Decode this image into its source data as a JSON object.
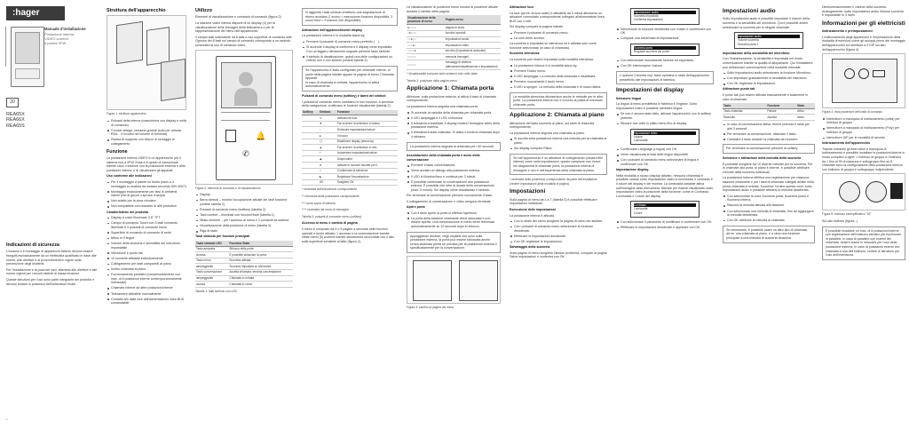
{
  "cover": {
    "logo": ":hager",
    "manual_title": "Manuale d'installazione",
    "manual_sub1": "Postazione interna",
    "manual_sub2": "VIDEO comfort",
    "manual_sub3": "a parete 2FW",
    "page_num": "20",
    "models": [
      "REA65X",
      "REA66X",
      "REA65S"
    ],
    "safety_heading": "Indicazioni di sicurezza",
    "safety_p1": "L'incasso e il montaggio di apparecchi elettrici devono essere eseguiti esclusivamente da un elettricista qualificato in base alle norme, alle direttive e ai provvedimenti in vigore sulla prevenzione degli incidenti.",
    "safety_p2": "Per l'installazione e la posa dei cavi, attenersi alle direttive e alle norme vigenti per i circuiti elettrici di bassa tensione.",
    "safety_p3": "Queste istruzioni per l'uso sono parte integrante del prodotto e devono restare in possesso dell'utilizzatore finale."
  },
  "col2": {
    "heading": "Struttura dell'apparecchio",
    "fig1_caption": "Figura 1: struttura apparecchio",
    "items": [
      "Pulsanti della interna (mascherina con display e unità di comando)",
      "Cornice design, versione grande (solo per articolo REA... è incluso nel volume di fornitura)",
      "Piastra di supporto con blocco di serraggio di collegamento"
    ],
    "func_heading": "Funzione",
    "func_p1": "La postazione interna VIDEO è un apparecchio per il sistema bus a 2FW. Essa è in grado di comunicare tramite cavo o insieme con la postazione esterna e altre postazioni interne, e di visualizzare gli apparati.",
    "use_heading": "Uso conforme alle indicazioni",
    "use_items": [
      "Per il montaggio a parete su fondo piano a 4 montaggio su scatola da incasso secondo DIN 49073",
      "Montaggio esclusivamente per fissi in ambienti interni privi di gocce o spruzzi d'acqua",
      "Non adatto per la cima circolare",
      "Non compatibile con obsoleto di altri produttori"
    ],
    "char_heading": "Caratteristiche del prodotto",
    "char_items": [
      "Display a colori Illuminato 3.5\" TFT",
      "Campo di comando Touch con 3 tasti comando illuminati e 3 pulsanti di comando menu",
      "Superficie di comando di comando di serie",
      "Menu in 9 lingue",
      "Volume della suoneria e sensibilità del microfono impostabile",
      "Vibrazione e punto tak",
      "10 suonerie attivabili individualmente",
      "Collegamento per tasti campanelli al piano",
      "Inoltro chiamata al piano",
      "Funzionamento parallelo (complessivamente con max. di 8 postazioni interne contemporaneamente indirizzate)",
      "Chiamate interne ad altre postazioni interne",
      "Telecamera attivabile manualmente",
      "Contatto a/b dalla luce dell'alimentazione linea BUS comandabile"
    ]
  },
  "col3": {
    "heading": "Utilizzo",
    "p1": "Elementi di visualizzazione e comando di comando (figura 2)",
    "p2": "La stazione video interna dispone di un display (4) per la visualizzazione delle immagini della telecamera e per la rappresentazione del menu dell'apparecchio.",
    "p3": "Il campo tasti sottostante ha 8 tasti a uso superficie di comando utile. Ognuno dei 8 tasti sul campo di comando corrisponde a un simbolo scheduled al suo di comando video.",
    "fig2_caption": "Figura 2: elementi di comando e di visualizzazione",
    "legend": [
      "Display",
      "Barra simboli – mostra l'occupazione attuale dei tasti funzione (vedere tabella 2)",
      "Pulsanti di comando menu (softkey) (tabella 2)",
      "Tasti comfort – illuminati con funzioni fisse (tabella 1)",
      "Sfiato cerniere – per l'accesso al menu e 3 comandi da tastiera",
      "Visualizzazione della posizione di menu (tabella 3)",
      "Riga di stato"
    ],
    "tbl1_title": "Tasti simbolo per funzioni principali",
    "tbl1_headers": [
      "Tasto simbolo LED",
      "Funzione Stato"
    ],
    "tbl1_rows": [
      [
        "Tasto apriporta",
        "Sblocco della porta"
      ],
      [
        "Accesa",
        "È possibile sbloccare la porta"
      ],
      [
        "Tasto menu",
        "Suoneria attivata"
      ],
      [
        "lampeggiante",
        "Suoneria impostata su silenziosa"
      ],
      [
        "Tasto conversazione",
        "Accetta chiamata, termina conversazione"
      ],
      [
        "lampeggiante",
        "Chiamata in entrata"
      ],
      [
        "accesa",
        "Chiamata in corso"
      ]
    ],
    "tbl1_caption": "Tabella 1: tasti simbolo con LED"
  },
  "col4": {
    "note_p": "In aggiunta i tasti simbolo emettono una segnalazione di ritorno acustica (1 suono = esecuzione funzione disponibile, 3 suoni brevi = Funzione non disponibile).",
    "heading1": "Attivazione dell'apparecchio/del display",
    "p1": "La postazione interna è in modalità stand-by.",
    "items": [
      "Premere il pulsante di comando menu preferito (    ).",
      "Si accende il display di conferma e il display viene impostato. Con un leggero rilevamento segnale premere tasto simbolo",
      "Il simbolo di disattivazione, quindi una delle configurazioni su criterio non o con simboli (vedere tabella 2)."
    ],
    "tip": "Se l'apparecchio è stato configurato per chiamate interne, al posto della pagina iniziale appare la pagina di menu 'Chiamata apparati'.",
    "tip2": "In caso di chiamata in entrata, l'apparecchio si attiva automaticamente.",
    "heading2": "Pulsanti di comando menu (softkey) e barra dei simboli",
    "p2": "I pulsanti di comando menu cambiano le loro funzioni. A seconda della navigazione, si attivano le funzioni visualizzate (tabella 2).",
    "tbl2_headers": [
      "Softkey",
      "Simbolo",
      "Funzione"
    ],
    "tbl2_rows": [
      "Attivazione luce",
      "Far scorrere la selezione in basso",
      "Diminuire impostazione/valore",
      "Il blocco",
      "Disattivare display (stand-by)",
      "Far scorrere la selezione in alto",
      "Aumentare impostazione/valore",
      "Sospendere",
      "Attivare le funzioni favorite per il",
      "Confermare la selezione",
      "Registrare l'impostazione",
      "Scegliere OK"
    ],
    "tbl2_notes": [
      "* necessità dell'indicazione corrispondente",
      "** necessità della postazione corrispondente",
      "*** come sopra di sistema",
      "**** necessità del menu di immagine"
    ],
    "tbl2_caption": "Tabella 2: pulsanti di comando menu (softkey)",
    "heading3": "Accesso al menu e cambio di pagina",
    "p3": "Il menu è composto da 4 o 5 pagine a seconda delle funzioni speciali e modo attivato. L'accesso e la commutazione tramite sfiate menu (5) avviene tramite sfioramento orizzontale con il dito sulla superficie sensibile al tatto (figura 2)."
  },
  "col5": {
    "p1": "La visualizzazione di posizione menu mostra la posizione attuale durante il cambio della pagina.",
    "tbl3_headers": [
      "Visualizzazione della posizione di menu",
      "Pagina menu"
    ],
    "tbl3_rows": [
      "pagina di avvio",
      "funzioni speciali",
      "impostazioni audio",
      "impostazioni video",
      "servizio (impostazioni avanzate)",
      "memoria immagini",
      "messaggi di sistema (attivazione/disattivazione e impostazioni)"
    ],
    "tbl3_notes": [
      "* Visualizzabile compare sullo schermo solo nello stato"
    ],
    "tbl3_caption": "Tabella 3: posizione della pagina menu",
    "heading": "Applicazione 1: Chiamata porta",
    "p2": "Affezione, sulla postazione esterna, si attiva il tasto di chiamata corrispondente.",
    "p3": "La postazione interna segnala una chiamata porta.",
    "items": [
      "Si accende la melodia della chiamata per chiamata porta.",
      "Il LED lampeggia e il LED si illumina.",
      "Il telecamera installata, il display mostra l'immagine video della postazione esterna.",
      "Il telecamera sulla chiamata. Si attiva e inizia la chiamata dopo il richiamo."
    ],
    "warn": "La postazione interna segnala la chiamata per i 60 secondi.",
    "p4": "Assolutazione della chiamata porta e avvio della conversazione",
    "items2": [
      "Premere il tasto conversazione.",
      "Viene avviato un dialogo alla postazione esterna.",
      "Il LED si illumina fisso e continua per 3 minuti.",
      "È possibile continuare la conversazione alla postazione esterna. È possibile che oltre la durata della conversazione (max. 3 minuti). Sul display viene visualizzato il simbolo."
    ],
    "p5": "Per terminare la conversazione premere nuovamente il tasto.",
    "p6": "Il collegamento di conversazione e video vengono terminati.",
    "p7": "Aprire porta",
    "items3": [
      "Con il tasto aprire la porta si effettua l'apertura.",
      "La porta della stazione chiamante viene sbloccata e può essere aperta. Una conversazione in corso viene terminata automaticamente su 10 secondi dopo lo sblocco."
    ],
    "tip": "Appoggiando durante, negli impianti che sono sulla postazione esterna, la porta può essere sbloccata anche senza chiamata prima se prevista per la postazione esterna e specificatamente per la conversazione.",
    "fig3_caption": "Figura 3: cambio di pagina del menu"
  },
  "col6": {
    "heading1": "Attivazione luce",
    "p1": "La luce (ad es. la luce scale) è attivabile da 3 minuti attraverso un attuatore commutato corrispondente collegato all'alimentatore linea BUS con 4 relè.",
    "p2": "Sul display compare la pagina iniziale.",
    "items": [
      "Premere il pulsante di comando menu.",
      "La luce viene accesa."
    ],
    "p3": "La suoneria è impostata su silenziosa ed è attivata solo come funzione selezionata (in caso di chiamata).",
    "heading2": "Suoneria silenziosa",
    "p4": "La suoneria può essere impostata sulla modalità silenziosa.",
    "items2": [
      "La postazione interna è in modalità stand-by.",
      "Premere il tasto menu.",
      "Il LED lampeggia. La melodia della chiamata è disattivata.",
      "Premere nuovamente il tasto menu.",
      "Il LED si spegne. La melodia della chiamata è di nuovo attiva."
    ],
    "warn": "La modalità silenziosa disinserisce anche le melodie per le altre porte. La postazione interna non è a bordo la pasta di eventuali chiamate porta.",
    "heading3": "Applicazione 2: Chiamata al piano",
    "p5": "Attivazione del tasto suoneria al piano, sul tasto di chiamata corrispondente.",
    "p6": "La postazione interna segnala una chiamata al piano.",
    "items3": [
      "Si ascolta sulla postazione interna una melodia per la chiamata al piano.",
      "Sul display compare Piano."
    ],
    "tip": "Se nell'apparecchio è un attuatore di collegamento (causa nelle interne) come nelle impostazioni, questo campione non riceve nel diagramma le chiamate porta, la postazione interna di immagine e non è nell'esperienza della chiamata al piano.",
    "note": "* necessità della protezione corrispondente da parte dell'installatore (vedere impostazioni della modalità di pagina).",
    "heading4": "Impostazioni",
    "p7": "Sulla pagina di menu da 3 a 7 (tabella 3) è possibile effettuare impostazioni individuali.",
    "p8": "Esecuzione delle impostazioni",
    "p9": "La postazione interna è attivata.",
    "items4": [
      "Con lo sfiato del menu scegliere la pagina di menu da risultare.",
      "Con i pulsanti di comando menu selezionare la funzione desiderata.",
      "Effettuare le impostazioni desiderate.",
      "Con OK registrare le impostazioni."
    ],
    "heading5": "Salvataggio della suoneria",
    "p10": "Sulla pagina di menu scegliere Nessun problema, compare la pagina Salva impostazioni e conferma con OK."
  },
  "col7": {
    "screen1": [
      "Impostazione audio",
      "Suoneria impostata",
      "Conferma impostazioni"
    ],
    "items": [
      "Selezionare la funzione desiderata con il tasto e confermare con OK.",
      "Compare una schermata di impostazione."
    ],
    "screen2": [
      "Suoneria porta",
      "Regolare suoneria per porta"
    ],
    "items2": [
      "Con selezionare nuovamente l'azione ed esportarla.",
      "Con OK interrompere l'azione."
    ],
    "warn": "L'opzione Cancella imp. base ripristina lo stato dell'apparecchio predefinito alle impostazioni di fabbrica.",
    "heading1": "Impostazioni del display",
    "p1": "Selezione lingua",
    "p2": "La lingua di menu predefinita in fabbrica è l'inglese. Sotto Impostazioni video è possibile cambiare lingua.",
    "items3": [
      "Se non è ancora stato fatto, attivare l'apparecchio con le softkey preferite.",
      "Sfiorare due volte lo sfiato menu fino al display."
    ],
    "screen3": [
      "Impostazioni video",
      "Lingua",
      "Luminosità"
    ],
    "items4": [
      "Confermare Language (Lingua) con OK.",
      "Viene visualizzata la lista delle lingue disponibili.",
      "Con i pulsanti di comando menu selezionare la lingua e confermare con OK.",
      "Impostazione display."
    ],
    "p3": "Nella modalità a riposo (display attivato, nessuna chiamata) è possibile variare sotto Impostazioni video la luminosità, il contrasto e il colore del display e del monitor. La luminosità variabile attiva sull'immagine della telecamera. Attivare per essere visualizzato sotto Impostazioni video la posizione della funzione, come in Contrasto, Luminosità e Colore del display.",
    "screen4": [
      "Contrasto",
      "Luminosità",
      "Colore"
    ],
    "items5": [
      "Con selezionare il parametro di modificare e confermare con OK.",
      "Effettuare le impostazioni desiderate e applicare con OK."
    ]
  },
  "col8": {
    "heading1": "Impostazioni audio",
    "p1": "Sotto Impostazioni audio è possibile impostare il volume della suoneria e la sensibilità del microfono. Qui è possibile anche selezionare la suoneria per le singole chiamate.",
    "screen1": [
      "Impostazioni audio",
      "Volume suoneria",
      "Suoneria porta 1"
    ],
    "p2": "Impostazione della sensibilità del microfono",
    "p3": "Con l'inizializzazione, la sensibilità è impostata nel modo conversazione tramite la qualità di altoparlante. Qui l'installatore può selezionare conversazione nella modalità manuale.",
    "items": [
      "Sotto Impostazioni audio selezionare la funzione Microfono.",
      "Con impostare gradualmente la sensibilità del microfono.",
      "Con OK registrare le impostazioni."
    ],
    "heading2": "Attivazione punto tak",
    "p4": "Il punto tak può essere attivato manualmente o solamente in caso di chiamata.",
    "tbl_headers": [
      "Tasto",
      "Funzione",
      "Stato"
    ],
    "tbl_rows": [
      [
        "Tasto chiamata",
        "Parlare",
        "Attivo"
      ],
      [
        "Riascolto",
        "Ascolta",
        "Attivo"
      ]
    ],
    "items2": [
      "In caso di conversazione attiva, tenere premuto il tasto per altri 3 secondi.",
      "Per terminare la conversazione, rilasciare il tasto.",
      "Cambiare il tasto durante la chiamata da muovere."
    ],
    "warn": "Per terminare la conversazione premere la softkey.",
    "heading3": "Selezione e attivazione della melodia della suoneria",
    "p5": "È possibile scegliere fra 10 diverse melodie per la suoneria. Per le chiamate alla porta, al piano e interne, è possibile attribuire melodie della suoneria individuali.",
    "p6": "La postazione interna effettua una registrazione per ciascuna stazione chiamante e per i tasti di chiamata collegati all'alto nella prima chiamata in entrata. Suoneria: l'ordine questa voce, sotto Impostazioni audio è possibile attivarsi la melodia desiderata.",
    "items3": [
      "Con selezionare la voce Suoneria porta, Suoneria piano e Suoneria interna.",
      "Risuona la melodia attivata alla stazione.",
      "Con selezionare una melodia di chiamata, fino ad aggiungere la melodia desiderata.",
      "Con OK attribuire la melodia di chiamata."
    ],
    "tip": "Se necessario, è possibile usare un altro tipo di chiamata, ad es. una chiamata al piano, e a cima una funzione principale a una melodia di suoneria dinamica."
  },
  "col9": {
    "p1": "Diminuire/aumentare il volume della suoneria. Analogamente, sotto Impostazioni audio Volume suoneria è impostabile in 3 livelli.",
    "heading1": "Informazioni per gli elettricisti",
    "heading2": "Indirizzamento e preimpostazioni",
    "p2": "L'indirizzamento degli apparecchi e l'impostazione della modalità di esercizio come gli accoppi primo del montaggio dell'apparecchio sul selettore a 3 DIP sul lato dell'apparecchio (figura 4).",
    "fig4_caption": "Figura 4: vista posteriore dell'unità di comando",
    "legend": [
      "Interruttore a manopola di indirizzamento (unità) per indirizzo di gruppo",
      "Interruttore a manopola di indirizzamento (Poly) per indirizzo di gruppo",
      "Interruttore DIP per le modalità di servizio"
    ],
    "heading3": "Indirizzamento dell'apparecchio",
    "p3": "Tramite entrambi gli interruttori a manopola di indirizzamento è possibile installare le postazioni interne in modo completo a righe. L'indirizzo di gruppo e l'indirizzo da 1 fino al 99 di ciascuna e sottogruppo fino su 8 chiamate sono la configurazione della postazione interna con indirizzo di gruppo e sottogruppo indipendente.",
    "fig5_caption": "Figura 5: indirizzo esemplificativo \"1E\"",
    "p4": "Sul lato esterno (figura...)",
    "tip": "È possibile installare un max. di 8 postazioni interne con registrazione dell'indirizzo identico per funzionare in parallelo. In caso di parallelo con esterni del chiamata, vedere anche le istruzioni per l'uso della postazione esterna. In caso di postazioni esterni con chiamata a una dell'indirizzo, vedere le istruzioni per l'uso dell'interfaccia."
  }
}
